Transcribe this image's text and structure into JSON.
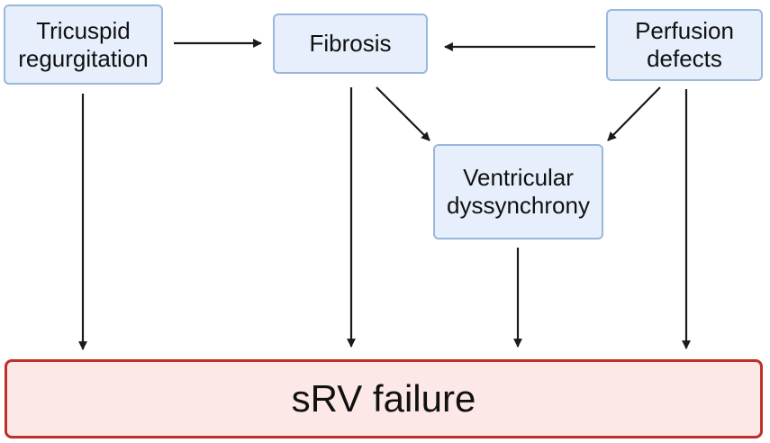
{
  "nodes": {
    "tricuspid_regurgitation": "Tricuspid\nregurgitation",
    "fibrosis": "Fibrosis",
    "perfusion_defects": "Perfusion\ndefects",
    "ventricular_dyssynchrony": "Ventricular\ndyssynchrony",
    "srv_failure": "sRV failure"
  },
  "edges": [
    {
      "from": "Tricuspid regurgitation",
      "to": "Fibrosis"
    },
    {
      "from": "Perfusion defects",
      "to": "Fibrosis"
    },
    {
      "from": "Fibrosis",
      "to": "Ventricular dyssynchrony"
    },
    {
      "from": "Perfusion defects",
      "to": "Ventricular dyssynchrony"
    },
    {
      "from": "Tricuspid regurgitation",
      "to": "sRV failure"
    },
    {
      "from": "Fibrosis",
      "to": "sRV failure"
    },
    {
      "from": "Ventricular dyssynchrony",
      "to": "sRV failure"
    },
    {
      "from": "Perfusion defects",
      "to": "sRV failure"
    }
  ],
  "colors": {
    "node_fill": "#e6effb",
    "node_border": "#9ab8db",
    "failure_fill": "#fbe8e7",
    "failure_border": "#c0302a",
    "arrow": "#1a1a1a"
  }
}
